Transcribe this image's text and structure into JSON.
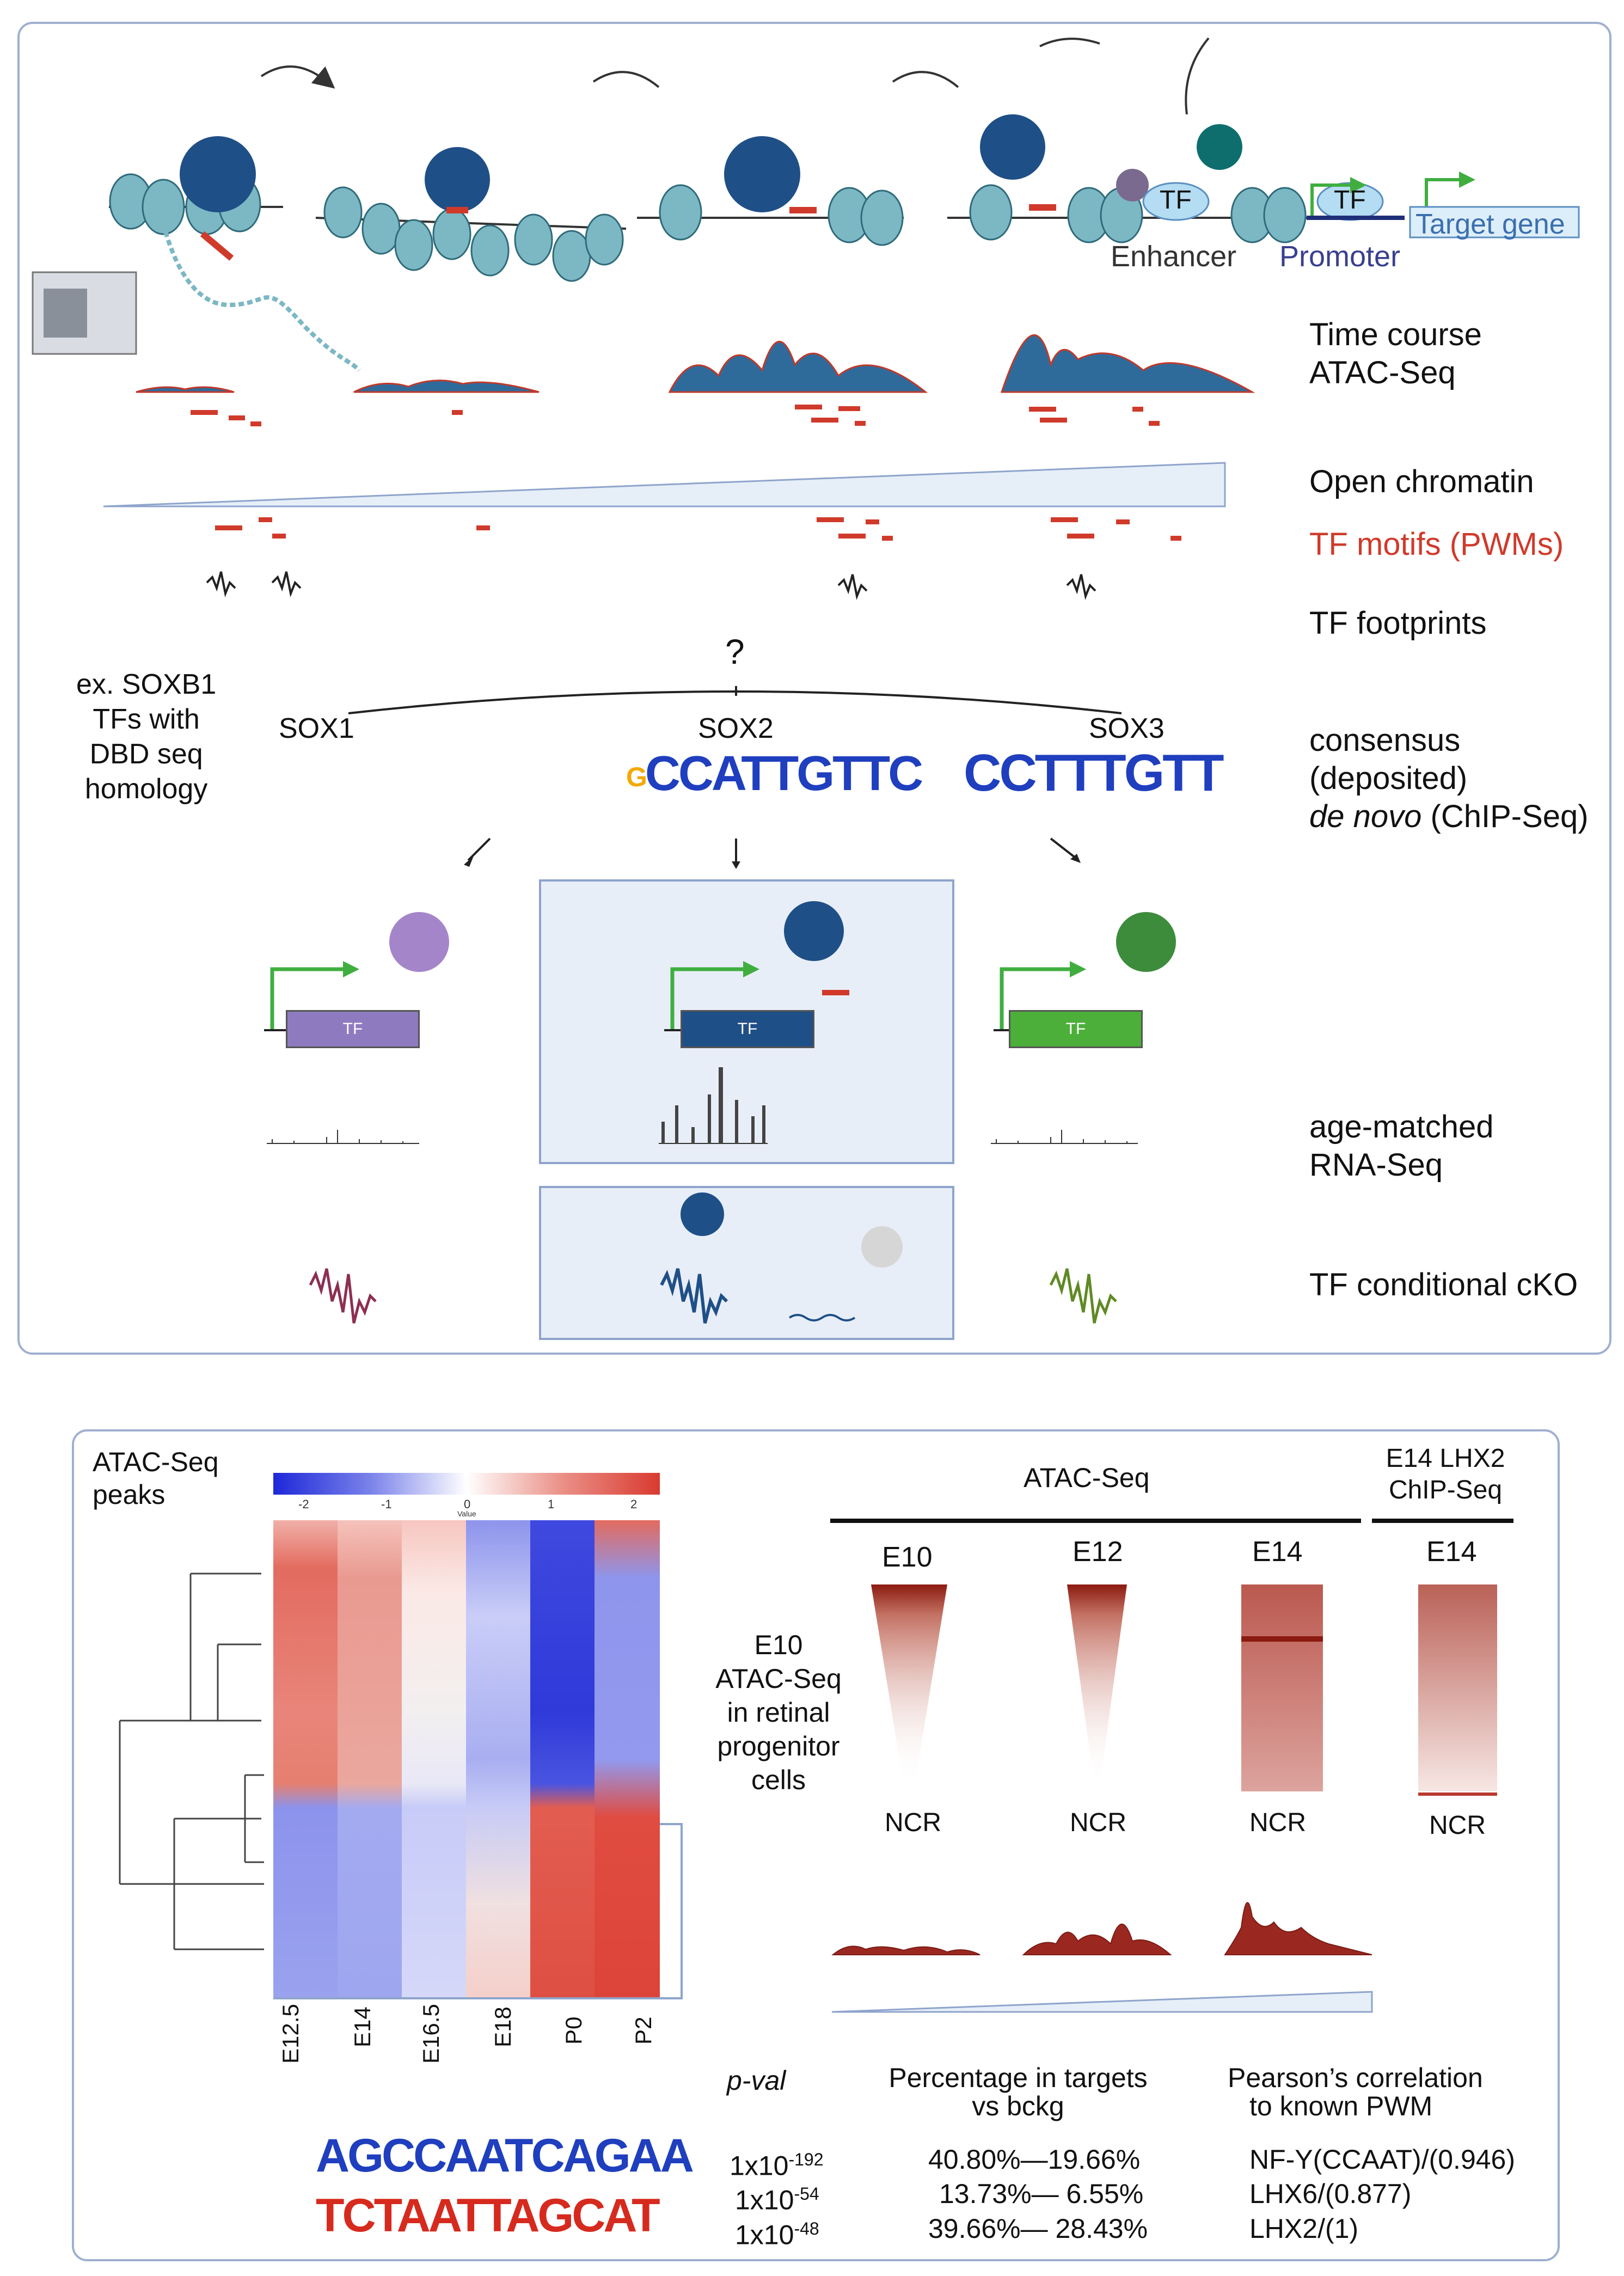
{
  "top_panel": {
    "stage_labels": {
      "tf_a": "TF",
      "tf_b": "TF",
      "enhancer": "Enhancer",
      "promoter": "Promoter",
      "target_gene": "Target gene"
    },
    "right_labels": {
      "time_course_1": "Time course",
      "time_course_2": "ATAC-Seq",
      "open_chromatin": "Open chromatin",
      "tf_motifs": "TF motifs (PWMs)",
      "tf_footprints": "TF footprints",
      "consensus_1": "consensus",
      "consensus_2": "(deposited)",
      "consensus_3_italic": "de novo",
      "consensus_3_rest": " (ChIP-Seq)",
      "rnaseq_1": "age-matched",
      "rnaseq_2": "RNA-Seq",
      "cko": "TF conditional cKO"
    },
    "question_mark": "?",
    "example_text": [
      "ex. SOXB1",
      "TFs with",
      "DBD seq",
      "homology"
    ],
    "sox_labels": [
      "SOX1",
      "SOX2",
      "SOX3"
    ],
    "sox2_motif": "CCATTGTTC",
    "sox2_motif_prefix": "G",
    "sox3_motif": "CCTTTGTT",
    "gene_box_label": "TF",
    "gene_colors": {
      "sox1": "#8e7bbf",
      "sox2": "#1f4f87",
      "sox3": "#4caf3a"
    },
    "accent_red": "#d03a2b"
  },
  "bottom_panel": {
    "heatmap_title": [
      "ATAC-Seq",
      "peaks"
    ],
    "colorbar_ticks": [
      "-2",
      "-1",
      "0",
      "1",
      "2"
    ],
    "colorbar_caption": "Value",
    "heatmap_columns": [
      "E12.5",
      "E14",
      "E16.5",
      "E18",
      "P0",
      "P2"
    ],
    "atac_header": "ATAC-Seq",
    "chip_header": [
      "E14 LHX2",
      "ChIP-Seq"
    ],
    "column_labels": [
      "E10",
      "E12",
      "E14",
      "E14"
    ],
    "row_label": [
      "E10",
      "ATAC-Seq",
      "in retinal",
      "progenitor",
      "cells"
    ],
    "ncr_label": "NCR",
    "table": {
      "headers": {
        "pval": "p-val",
        "pct_1": "Percentage in targets",
        "pct_2": "vs bckg",
        "corr_1": "Pearson’s correlation",
        "corr_2": "to known PWM"
      },
      "rows": [
        {
          "pval_base": "1x10",
          "pval_exp": "-192",
          "pct": "40.80%—19.66%",
          "corr": "NF-Y(CCAAT)/(0.946)"
        },
        {
          "pval_base": "1x10",
          "pval_exp": "-54",
          "pct": "13.73%— 6.55%",
          "corr": "LHX6/(0.877)"
        },
        {
          "pval_base": "1x10",
          "pval_exp": "-48",
          "pct": "39.66%— 28.43%",
          "corr": "LHX2/(1)"
        }
      ]
    },
    "motif_1": "AGCCAATCAGAA",
    "motif_2": "TCTAATTAGCAT"
  }
}
